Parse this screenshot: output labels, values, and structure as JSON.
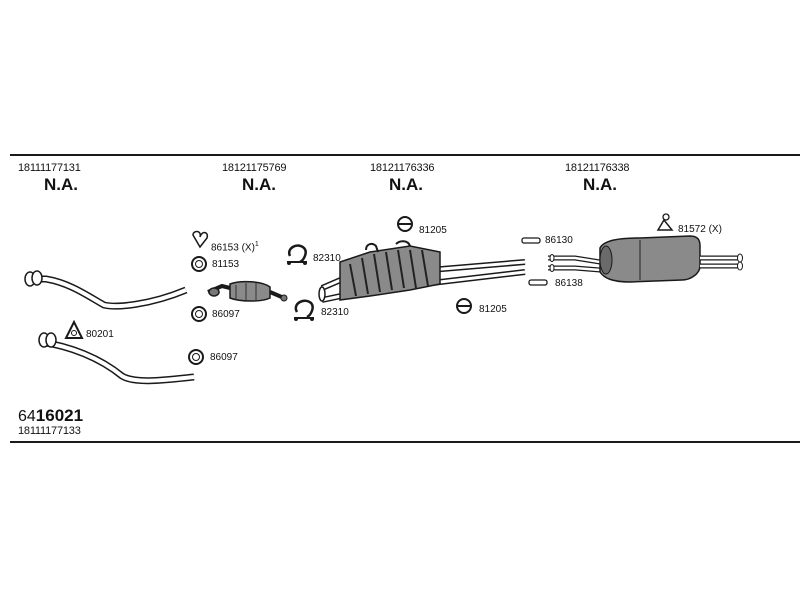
{
  "columns": [
    {
      "part_number": "18111177131",
      "status": "N.A."
    },
    {
      "part_number": "18121175769",
      "status": "N.A."
    },
    {
      "part_number": "18121176336",
      "status": "N.A."
    },
    {
      "part_number": "18121176338",
      "status": "N.A."
    }
  ],
  "callouts": {
    "c80201": "80201",
    "c86153": "86153 (X)",
    "c86153_sup": "1",
    "c81153": "81153",
    "c86097a": "86097",
    "c86097b": "86097",
    "c82310a": "82310",
    "c82310b": "82310",
    "c81205a": "81205",
    "c81205b": "81205",
    "c86130": "86130",
    "c86138": "86138",
    "c81572": "81572 (X)"
  },
  "footer": {
    "kit_prefix": "64",
    "kit_number": "16021",
    "part_number": "18111177133"
  },
  "colors": {
    "line": "#1a1a1a",
    "part_fill": "#8a8a8a",
    "part_dark": "#333333"
  }
}
